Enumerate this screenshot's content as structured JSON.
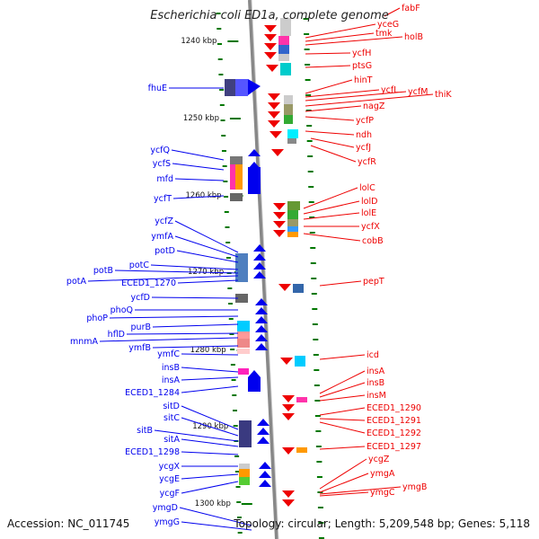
{
  "title": "Escherichia coli ED1a, complete genome",
  "footer": {
    "accession": "Accession: NC_011745",
    "topology": "Topology: circular; Length: 5,209,548 bp; Genes: 5,118"
  },
  "colors": {
    "forward": "#0000ee",
    "reverse": "#ee0000",
    "ruler": "#007700",
    "backbone": "#888888"
  },
  "ticks": [
    "1240 kbp",
    "1250 kbp",
    "1260 kbp",
    "1270 kbp",
    "1280 kbp",
    "1290 kbp",
    "1300 kbp"
  ],
  "forward_genes": [
    "fhuE",
    "ycfQ",
    "ycfS",
    "mfd",
    "ycfT",
    "ycfZ",
    "ymfA",
    "potD",
    "potC",
    "potB",
    "potA",
    "ECED1_1270",
    "ycfD",
    "phoQ",
    "phoP",
    "purB",
    "hflD",
    "mnmA",
    "ymfB",
    "ymfC",
    "insB",
    "insA",
    "ECED1_1284",
    "sitD",
    "sitC",
    "sitB",
    "sitA",
    "ECED1_1298",
    "ycgX",
    "ycgE",
    "ycgF",
    "ymgD",
    "ymgG"
  ],
  "reverse_genes": [
    "fabF",
    "yceG",
    "tmk",
    "holB",
    "ycfH",
    "ptsG",
    "hinT",
    "ycfL",
    "ycfM",
    "thiK",
    "nagZ",
    "ycfP",
    "ndh",
    "ycfJ",
    "ycfR",
    "lolC",
    "lolD",
    "lolE",
    "ycfX",
    "cobB",
    "pepT",
    "icd",
    "insA",
    "insB",
    "insM",
    "ECED1_1290",
    "ECED1_1291",
    "ECED1_1292",
    "ECED1_1297",
    "ycgZ",
    "ymgA",
    "ymgB",
    "ymgC"
  ]
}
